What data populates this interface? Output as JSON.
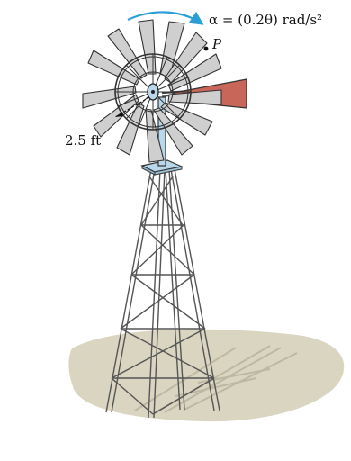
{
  "annotations": {
    "angular_acceleration": "α = (0.2θ) rad/s²",
    "point_label": "P",
    "radius_label": "2.5 ft"
  },
  "colors": {
    "rotation_arrow": "#2a9fd6",
    "tail_vane": "#c8665a",
    "hub": "#b9d7ea",
    "shadow": "#d9d5c1",
    "steel": "#e4e4e4",
    "blade": "#cfcfcf"
  }
}
